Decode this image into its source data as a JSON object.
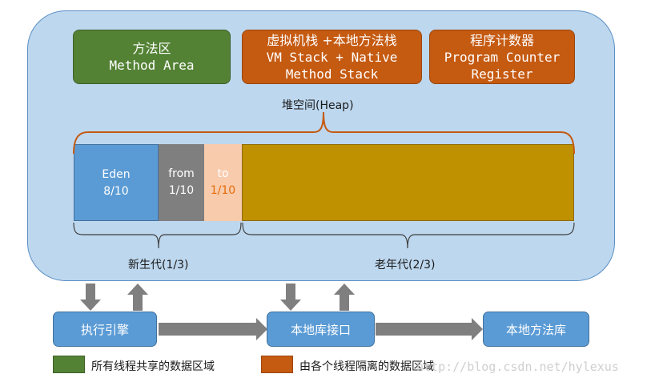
{
  "memory_areas": {
    "method_area": {
      "cn": "方法区",
      "en": "Method Area"
    },
    "vm_stack": {
      "cn": "虚拟机栈 +本地方法栈",
      "en_line1": "VM Stack + Native",
      "en_line2": "Method Stack"
    },
    "pc_register": {
      "cn": "程序计数器",
      "en_line1": "Program Counter",
      "en_line2": "Register"
    }
  },
  "heap": {
    "label": "堆空间(Heap)",
    "eden": {
      "name": "Eden",
      "ratio": "8/10"
    },
    "from": {
      "name": "from",
      "ratio": "1/10"
    },
    "to": {
      "name": "to",
      "ratio": "1/10"
    },
    "young_label": "新生代(1/3)",
    "old_label": "老年代(2/3)"
  },
  "components": {
    "exec_engine": "执行引擎",
    "native_interface": "本地库接口",
    "native_library": "本地方法库"
  },
  "legend": {
    "shared": "所有线程共享的数据区域",
    "per_thread": "由各个线程隔离的数据区域"
  },
  "watermark": "http://blog.csdn.net/hylexus",
  "colors": {
    "shared": "#548235",
    "per_thread": "#c55a11",
    "panel": "#bdd7ee",
    "component": "#5b9bd5",
    "old_gen": "#bf9000",
    "arrow": "#7f7f7f"
  }
}
